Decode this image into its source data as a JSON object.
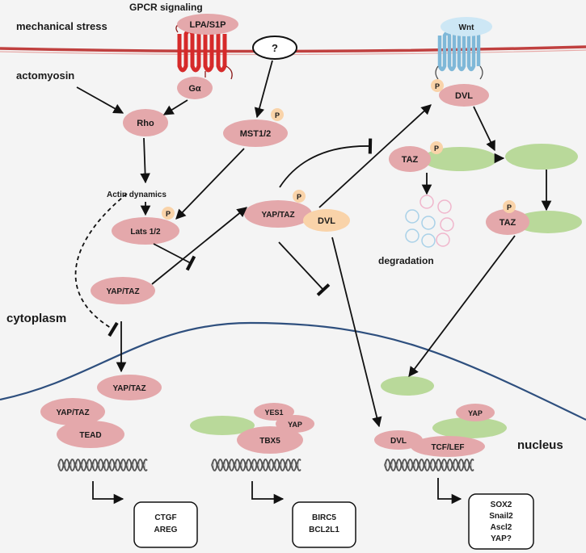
{
  "labels": {
    "gpcr_signaling": "GPCR signaling",
    "mechanical_stress": "mechanical stress",
    "actomyosin": "actomyosin",
    "lpa_s1p": "LPA/S1P",
    "unknown": "?",
    "wnt": "Wnt",
    "g_alpha": "Gα",
    "rho": "Rho",
    "mst": "MST1/2",
    "actin_dynamics": "Actin dynamics",
    "lats": "Lats 1/2",
    "yap_taz_cyto": "YAP/TAZ",
    "yap_taz_complex": "YAP/TAZ",
    "dvl_complex": "DVL",
    "dvl_membrane": "DVL",
    "taz_top": "TAZ",
    "taz_mid": "TAZ",
    "phospho": "P",
    "degradation": "degradation",
    "cytoplasm": "cytoplasm",
    "nucleus": "nucleus",
    "yap_taz_nuc": "YAP/TAZ",
    "yap_taz_tead": "YAP/TAZ",
    "tead": "TEAD",
    "yes1": "YES1",
    "yap_tbx": "YAP",
    "tbx5": "TBX5",
    "yap_tcf": "YAP",
    "dvl_nuc": "DVL",
    "tcf_lef": "TCF/LEF"
  },
  "gene_boxes": {
    "box1": [
      "CTGF",
      "AREG"
    ],
    "box2": [
      "BIRC5",
      "BCL2L1"
    ],
    "box3": [
      "SOX2",
      "Snail2",
      "Ascl2",
      "YAP?"
    ]
  },
  "colors": {
    "membrane": "#c0403f",
    "nuclear_envelope": "#2e4f7e",
    "protein": "#e4a8ab",
    "partner": "#b9d99a",
    "phospho": "#f9d3a9",
    "gpcr": "#d62a2a",
    "frizzled": "#7fb8d8",
    "wnt": "#cde7f5"
  }
}
